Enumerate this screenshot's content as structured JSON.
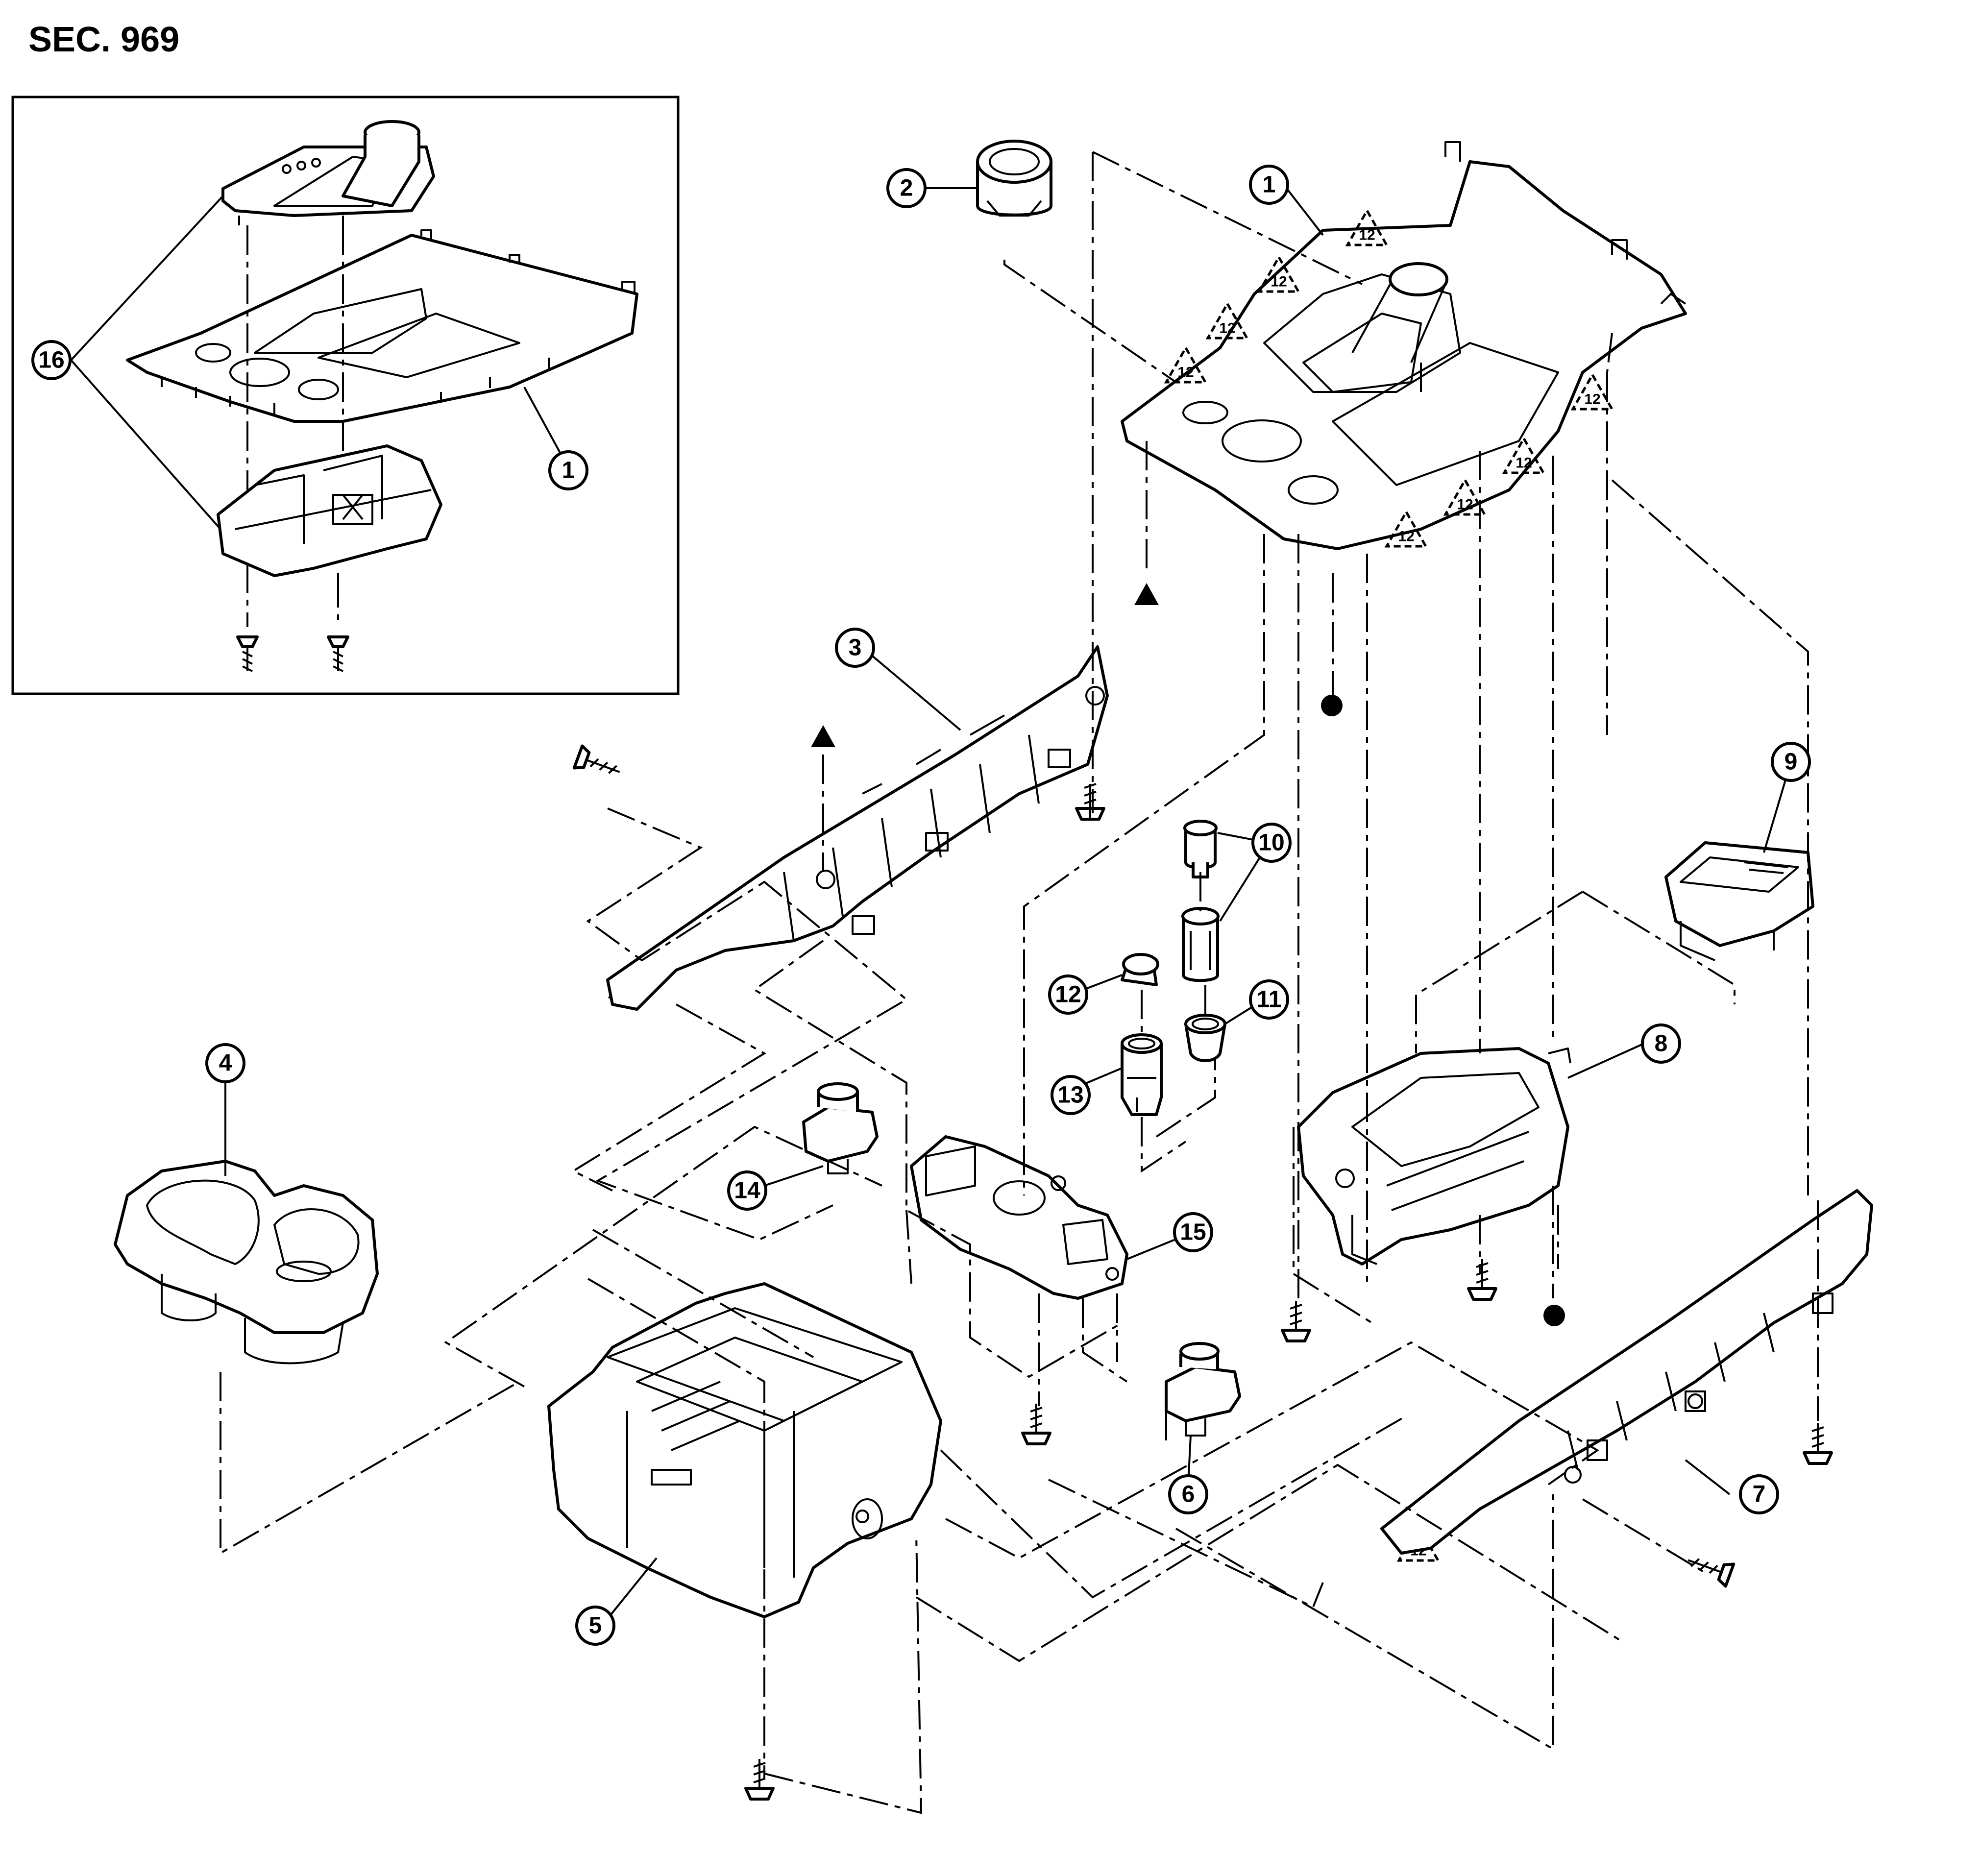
{
  "title": "SEC. 969",
  "callouts": [
    {
      "id": "callout-1",
      "label": "1"
    },
    {
      "id": "callout-1-inset",
      "label": "1"
    },
    {
      "id": "callout-2",
      "label": "2"
    },
    {
      "id": "callout-3",
      "label": "3"
    },
    {
      "id": "callout-4",
      "label": "4"
    },
    {
      "id": "callout-5",
      "label": "5"
    },
    {
      "id": "callout-6",
      "label": "6"
    },
    {
      "id": "callout-7",
      "label": "7"
    },
    {
      "id": "callout-8",
      "label": "8"
    },
    {
      "id": "callout-9",
      "label": "9"
    },
    {
      "id": "callout-10",
      "label": "10"
    },
    {
      "id": "callout-11",
      "label": "11"
    },
    {
      "id": "callout-12",
      "label": "12"
    },
    {
      "id": "callout-13",
      "label": "13"
    },
    {
      "id": "callout-14",
      "label": "14"
    },
    {
      "id": "callout-15",
      "label": "15"
    },
    {
      "id": "callout-16",
      "label": "16"
    }
  ],
  "clip_mark_label": "12",
  "symbols": {
    "triangle": "filled-triangle-marker",
    "dot": "filled-dot-marker"
  }
}
